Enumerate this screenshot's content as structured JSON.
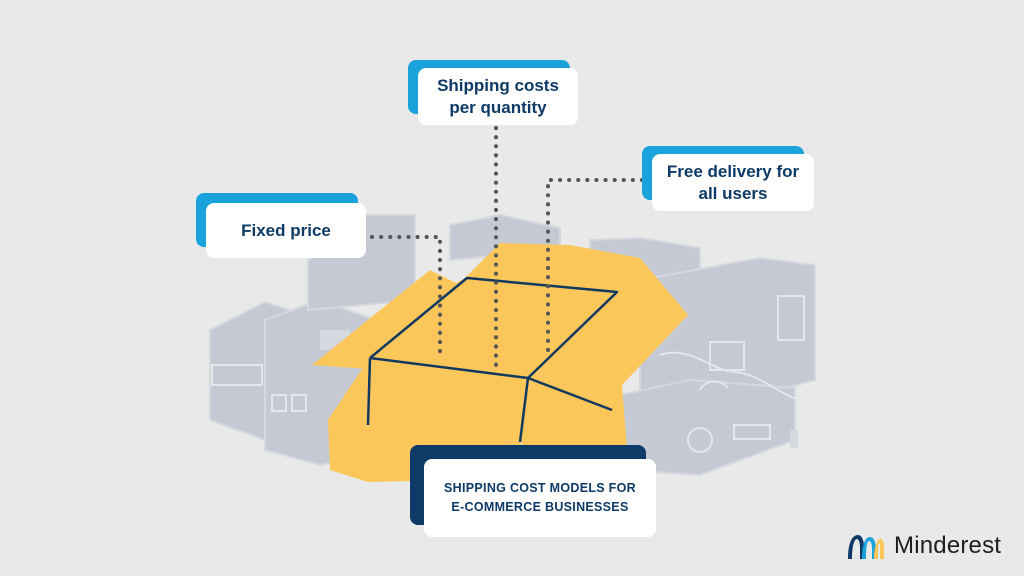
{
  "callouts": {
    "fixed_price": "Fixed price",
    "per_quantity_line1": "Shipping costs",
    "per_quantity_line2": "per quantity",
    "free_delivery_line1": "Free delivery for",
    "free_delivery_line2": "all users",
    "title_line1": "SHIPPING COST MODELS FOR",
    "title_line2": "E-COMMERCE BUSINESSES"
  },
  "brand": {
    "name": "Minderest"
  },
  "colors": {
    "background": "#e9e9e9",
    "box_fill": "#fcc75a",
    "box_outline": "#12395f",
    "bg_boxes": "#c4c9d3",
    "accent_blue": "#1aa3db",
    "navy": "#0d3a66",
    "dots": "#555555"
  }
}
